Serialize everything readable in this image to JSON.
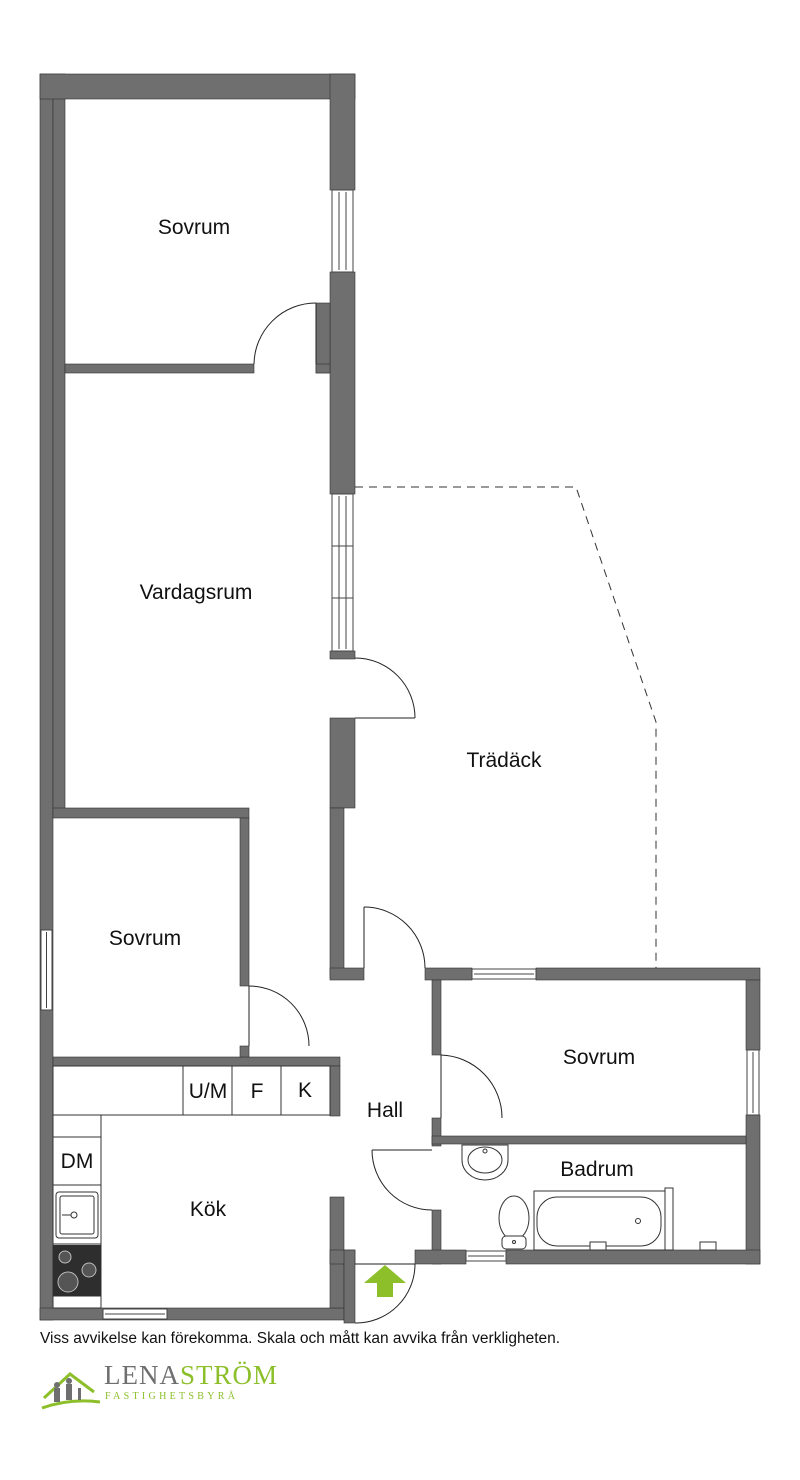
{
  "rooms": {
    "sovrum_top": "Sovrum",
    "vardagsrum": "Vardagsrum",
    "tradack": "Trädäck",
    "sovrum_left": "Sovrum",
    "sovrum_right": "Sovrum",
    "hall": "Hall",
    "badrum": "Badrum",
    "kok": "Kök"
  },
  "fixtures": {
    "um": "U/M",
    "f": "F",
    "k": "K",
    "dm": "DM"
  },
  "colors": {
    "wall": "#6f6f6f",
    "arrow": "#8cbf2a",
    "brand_gray": "#6f6f6f",
    "brand_green": "#8cbf2a"
  },
  "icons": [
    "entrance-arrow-icon",
    "house-logo-icon"
  ],
  "disclaimer": "Viss avvikelse kan förekomma. Skala och mått kan avvika från verkligheten.",
  "logo": {
    "name_part1": "LENA",
    "name_part2": "STRÖM",
    "subtitle": "FASTIGHETSBYRÅ"
  }
}
